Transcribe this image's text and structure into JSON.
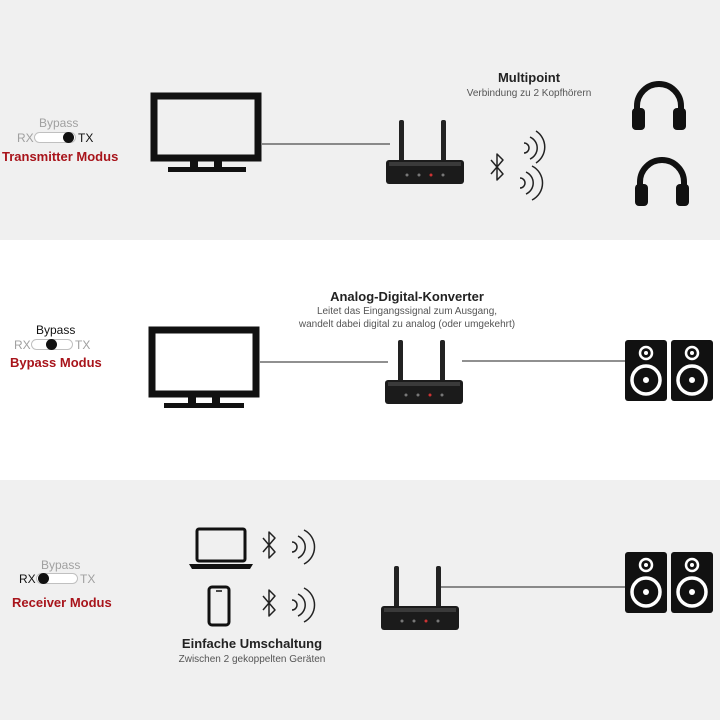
{
  "sections": [
    {
      "mode_title": "Transmitter Modus",
      "switch": {
        "bypass": "Bypass",
        "rx": "RX",
        "tx": "TX",
        "active": "TX"
      },
      "title": "Multipoint",
      "subtitle": "Verbindung zu 2 Kopfhörern",
      "devices": [
        "tv-icon",
        "transmitter-icon",
        "bluetooth-icon",
        "headphones-icon"
      ]
    },
    {
      "mode_title": "Bypass Modus",
      "switch": {
        "bypass": "Bypass",
        "rx": "RX",
        "tx": "TX",
        "active": "Bypass"
      },
      "title": "Analog-Digital-Konverter",
      "subtitle_lines": [
        "Leitet das Eingangssignal zum Ausgang,",
        "wandelt dabei digital zu analog (oder umgekehrt)"
      ],
      "devices": [
        "tv-icon",
        "transmitter-icon",
        "speaker-icon"
      ]
    },
    {
      "mode_title": "Receiver Modus",
      "switch": {
        "bypass": "Bypass",
        "rx": "RX",
        "tx": "TX",
        "active": "RX"
      },
      "title": "Einfache Umschaltung",
      "subtitle": "Zwischen 2 gekoppelten Geräten",
      "devices": [
        "laptop-icon",
        "smartphone-icon",
        "bluetooth-icon",
        "transmitter-icon",
        "speaker-icon"
      ]
    }
  ],
  "colors": {
    "accent": "#a8141b",
    "band": "#f0f0f0",
    "ink": "#111111",
    "muted": "#a0a0a0"
  }
}
